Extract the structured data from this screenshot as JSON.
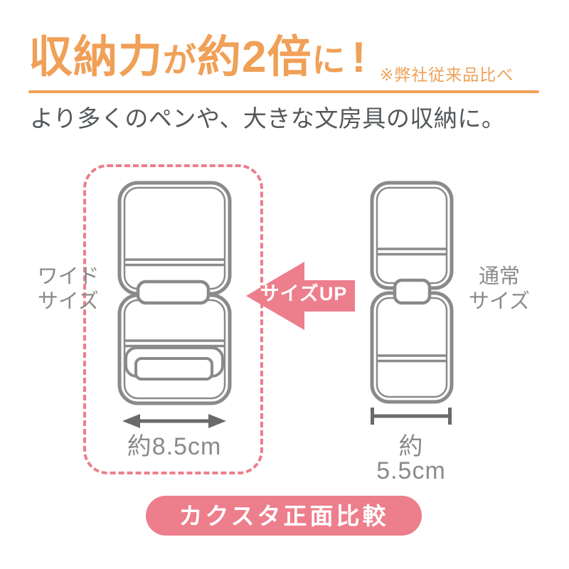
{
  "header": {
    "title_segments": [
      "収納力",
      "が",
      "約2倍",
      "に",
      "!"
    ],
    "note": "※弊社従来品比べ",
    "subtitle": "より多くのペンや、大きな文房具の収納に。"
  },
  "comparison": {
    "wide": {
      "label_line1": "ワイド",
      "label_line2": "サイズ",
      "width_text": "約8.5cm"
    },
    "normal": {
      "label_line1": "通常",
      "label_line2": "サイズ",
      "width_text": "約5.5cm"
    },
    "arrow_label": "サイズUP"
  },
  "footer": {
    "badge_text": "カクスタ正面比較"
  },
  "colors": {
    "accent_orange": "#F0A057",
    "accent_pink": "#ED7E8C",
    "text_dark": "#54585B",
    "text_gray": "#8A8A8A",
    "outline_gray": "#8A8A8A",
    "measure_gray": "#6A6A6A"
  }
}
